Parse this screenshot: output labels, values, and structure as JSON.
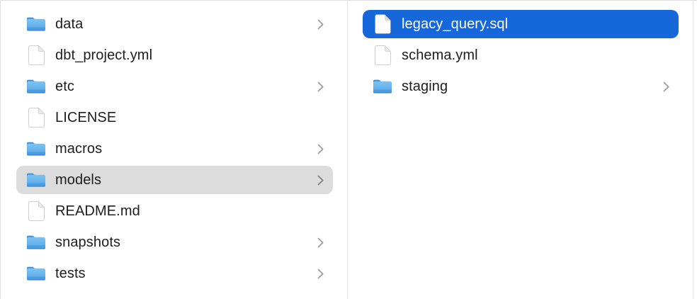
{
  "window": {
    "kind": "finder-column-view"
  },
  "colors": {
    "selection_primary": "#1667d9",
    "selection_secondary": "#dcdcdc",
    "text": "#1d1d1f",
    "text_selected": "#ffffff",
    "chevron": "#9b9b9b",
    "divider": "#e6e6e6",
    "background": "#ffffff"
  },
  "columns": [
    {
      "name": "left",
      "items": [
        {
          "label": "data",
          "type": "folder",
          "chevron": true,
          "selected": "none"
        },
        {
          "label": "dbt_project.yml",
          "type": "file",
          "chevron": false,
          "selected": "none"
        },
        {
          "label": "etc",
          "type": "folder",
          "chevron": true,
          "selected": "none"
        },
        {
          "label": "LICENSE",
          "type": "file",
          "chevron": false,
          "selected": "none"
        },
        {
          "label": "macros",
          "type": "folder",
          "chevron": true,
          "selected": "none"
        },
        {
          "label": "models",
          "type": "folder",
          "chevron": true,
          "selected": "secondary"
        },
        {
          "label": "README.md",
          "type": "file",
          "chevron": false,
          "selected": "none"
        },
        {
          "label": "snapshots",
          "type": "folder",
          "chevron": true,
          "selected": "none"
        },
        {
          "label": "tests",
          "type": "folder",
          "chevron": true,
          "selected": "none"
        }
      ]
    },
    {
      "name": "right",
      "items": [
        {
          "label": "legacy_query.sql",
          "type": "file",
          "chevron": false,
          "selected": "primary"
        },
        {
          "label": "schema.yml",
          "type": "file",
          "chevron": false,
          "selected": "none"
        },
        {
          "label": "staging",
          "type": "folder",
          "chevron": true,
          "selected": "none"
        }
      ]
    }
  ]
}
